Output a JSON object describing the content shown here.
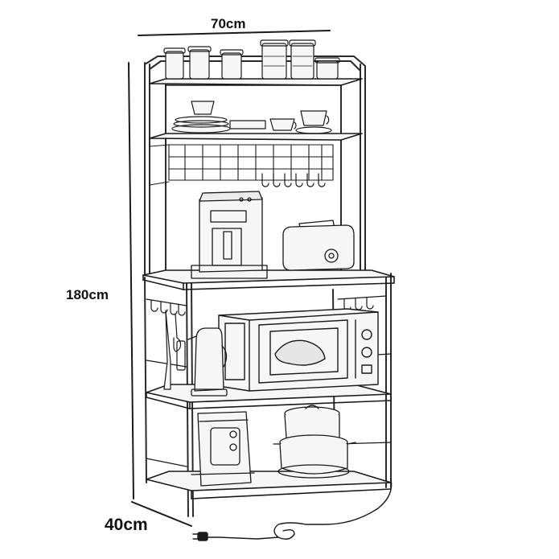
{
  "dimensions": {
    "width": "70cm",
    "height": "180cm",
    "depth": "40cm"
  },
  "colors": {
    "line": "#1a1a1a",
    "frame": "#2a2a2a",
    "fill": "#f6f6f6",
    "background": "#ffffff"
  },
  "icons": [
    "storage-jar-icon",
    "coffee-machine-icon",
    "toaster-icon",
    "microwave-icon",
    "kettle-icon",
    "air-fryer-icon",
    "cooking-pot-icon",
    "power-plug-icon"
  ]
}
